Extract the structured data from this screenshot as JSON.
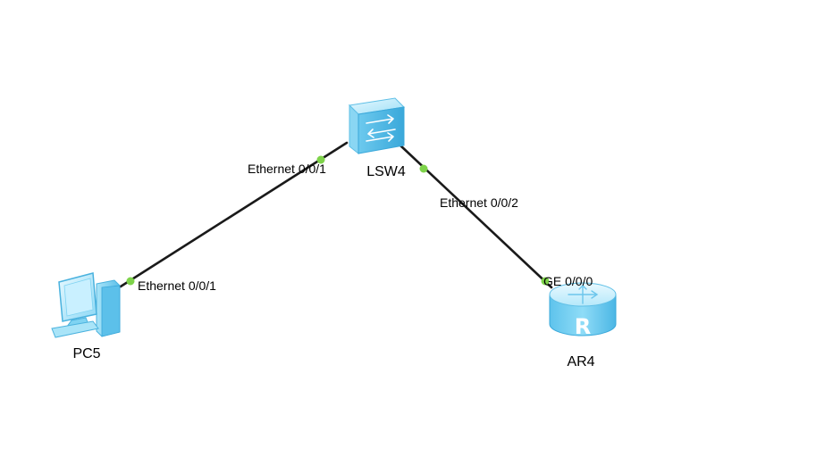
{
  "devices": {
    "switch": {
      "label": "LSW4",
      "icon": "switch-icon"
    },
    "pc": {
      "label": "PC5",
      "icon": "pc-icon"
    },
    "router": {
      "label": "AR4",
      "icon": "router-icon"
    }
  },
  "links": [
    {
      "from_port": "Ethernet 0/0/1",
      "to_port": "Ethernet 0/0/1"
    },
    {
      "from_port": "Ethernet 0/0/2",
      "to_port": "GE 0/0/0"
    }
  ],
  "colors": {
    "link": "#1a1a1a",
    "port_indicator": "#7ed34a",
    "device_fill_light": "#bdeeff",
    "device_fill_mid": "#7fd3f2",
    "device_fill_dark": "#3fb2e3"
  }
}
